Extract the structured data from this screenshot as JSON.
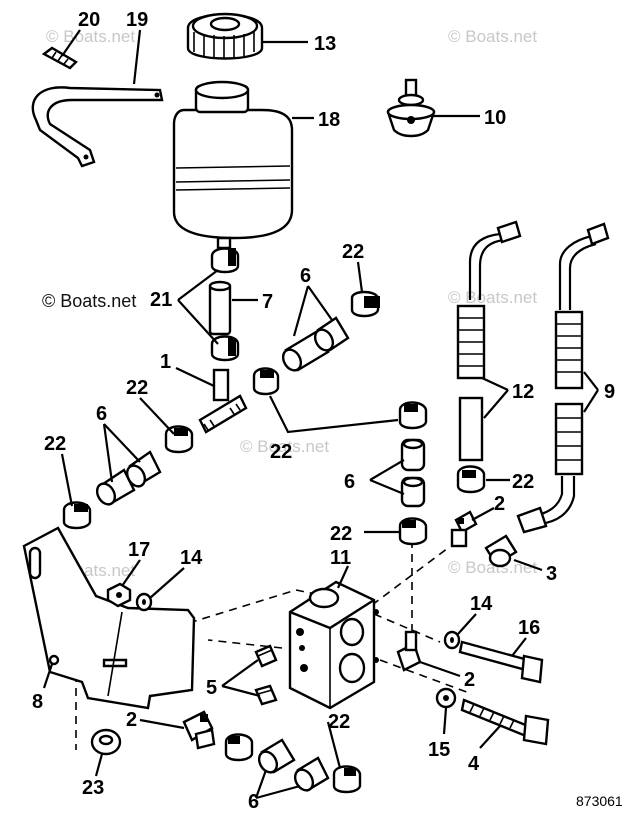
{
  "watermarks": [
    "© Boats.net",
    "© Boats.net",
    "© Boats.net",
    "© Boats.net",
    "© Boats.net",
    "© Boats.net",
    "© Boats.net"
  ],
  "labels": [
    "20",
    "19",
    "13",
    "18",
    "10",
    "22",
    "6",
    "21",
    "7",
    "1",
    "22",
    "6",
    "22",
    "22",
    "12",
    "9",
    "6",
    "22",
    "22",
    "2",
    "3",
    "11",
    "17",
    "14",
    "14",
    "16",
    "8",
    "5",
    "2",
    "2",
    "22",
    "15",
    "4",
    "6",
    "23"
  ],
  "catalog_number": "873061"
}
